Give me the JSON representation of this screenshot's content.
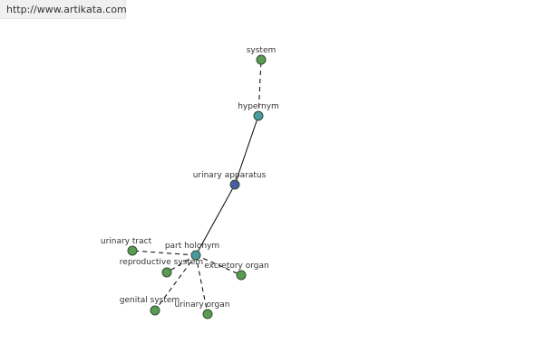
{
  "banner": {
    "url": "http://www.artikata.com"
  },
  "colors": {
    "leaf_node": "#5a9a55",
    "relation_node": "#4a9aa0",
    "root_node": "#4b5aa8",
    "edge": "#000000",
    "node_stroke": "#2f4f2f"
  },
  "nodes": [
    {
      "id": "system",
      "label": "system",
      "kind": "leaf"
    },
    {
      "id": "hypernym",
      "label": "hypernym",
      "kind": "relation"
    },
    {
      "id": "urinary-apparatus",
      "label": "urinary apparatus",
      "kind": "root"
    },
    {
      "id": "part-holonym",
      "label": "part holonym",
      "kind": "relation"
    },
    {
      "id": "urinary-tract",
      "label": "urinary tract",
      "kind": "leaf"
    },
    {
      "id": "reproductive-system",
      "label": "reproductive system",
      "kind": "leaf"
    },
    {
      "id": "excretory-organ",
      "label": "excretory organ",
      "kind": "leaf"
    },
    {
      "id": "genital-system",
      "label": "genital system",
      "kind": "leaf"
    },
    {
      "id": "urinary-organ",
      "label": "urinary organ",
      "kind": "leaf"
    }
  ],
  "edges": [
    {
      "from": "hypernym",
      "to": "system",
      "style": "dashed"
    },
    {
      "from": "urinary-apparatus",
      "to": "hypernym",
      "style": "solid"
    },
    {
      "from": "urinary-apparatus",
      "to": "part-holonym",
      "style": "solid"
    },
    {
      "from": "part-holonym",
      "to": "urinary-tract",
      "style": "dashed"
    },
    {
      "from": "part-holonym",
      "to": "reproductive-system",
      "style": "dashed"
    },
    {
      "from": "part-holonym",
      "to": "excretory-organ",
      "style": "dashed"
    },
    {
      "from": "part-holonym",
      "to": "genital-system",
      "style": "dashed"
    },
    {
      "from": "part-holonym",
      "to": "urinary-organ",
      "style": "dashed"
    }
  ]
}
